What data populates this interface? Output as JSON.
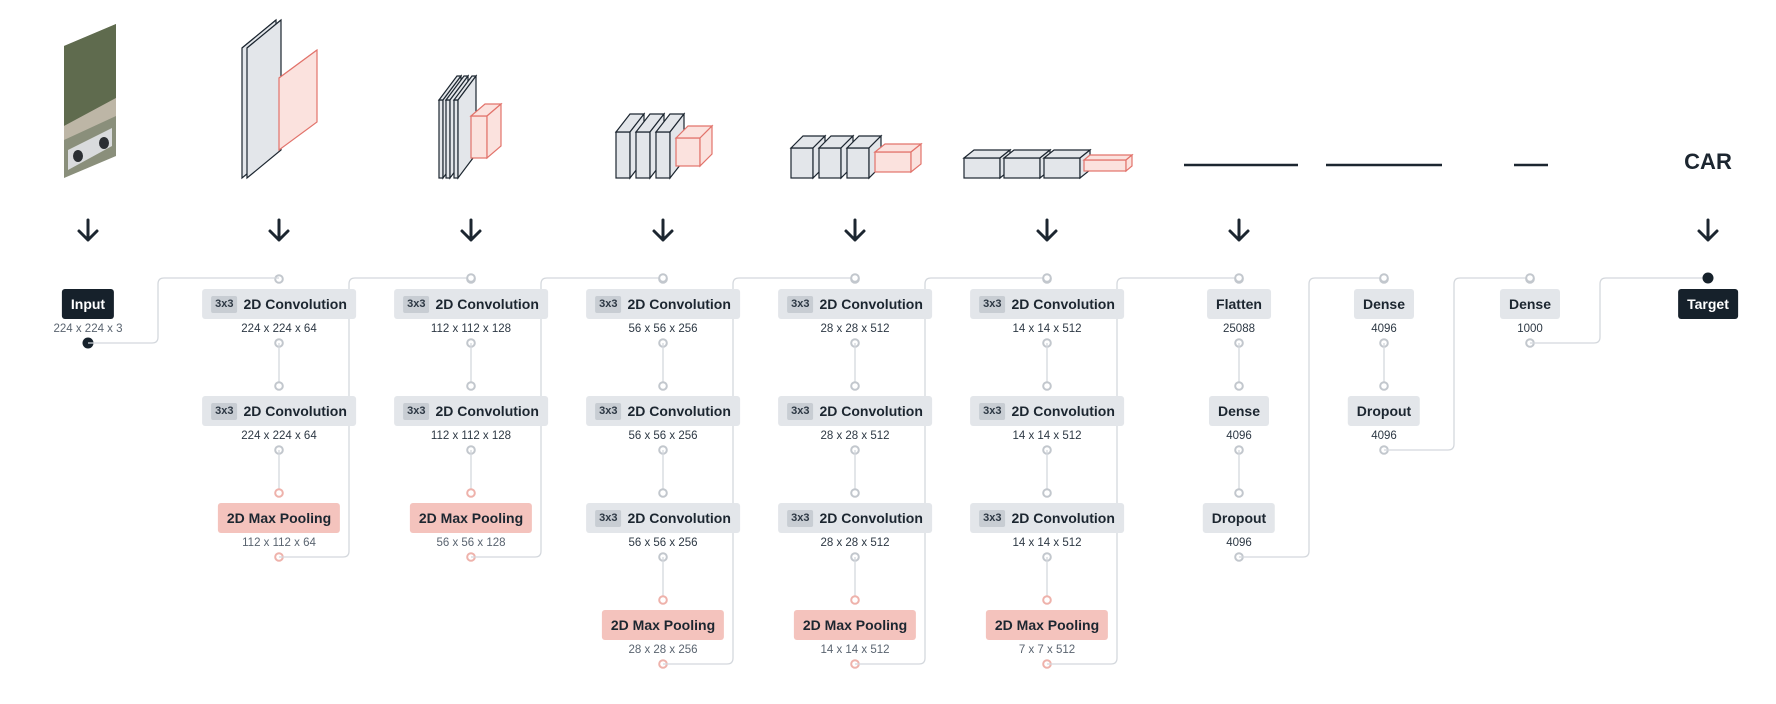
{
  "columns": [
    {
      "id": "input",
      "layers": [
        {
          "kind": "terminal",
          "label": "Input",
          "dims": "224 x 224 x 3"
        }
      ]
    },
    {
      "id": "block1",
      "layers": [
        {
          "kind": "conv",
          "kernel": "3x3",
          "label": "2D Convolution",
          "dims": "224 x 224 x 64"
        },
        {
          "kind": "conv",
          "kernel": "3x3",
          "label": "2D Convolution",
          "dims": "224 x 224 x 64"
        },
        {
          "kind": "pool",
          "label": "2D Max Pooling",
          "dims": "112 x 112 x 64"
        }
      ]
    },
    {
      "id": "block2",
      "layers": [
        {
          "kind": "conv",
          "kernel": "3x3",
          "label": "2D Convolution",
          "dims": "112 x 112 x 128"
        },
        {
          "kind": "conv",
          "kernel": "3x3",
          "label": "2D Convolution",
          "dims": "112 x 112 x 128"
        },
        {
          "kind": "pool",
          "label": "2D Max Pooling",
          "dims": "56 x 56 x 128"
        }
      ]
    },
    {
      "id": "block3",
      "layers": [
        {
          "kind": "conv",
          "kernel": "3x3",
          "label": "2D Convolution",
          "dims": "56 x 56 x 256"
        },
        {
          "kind": "conv",
          "kernel": "3x3",
          "label": "2D Convolution",
          "dims": "56 x 56 x 256"
        },
        {
          "kind": "conv",
          "kernel": "3x3",
          "label": "2D Convolution",
          "dims": "56 x 56 x 256"
        },
        {
          "kind": "pool",
          "label": "2D Max Pooling",
          "dims": "28 x 28 x 256"
        }
      ]
    },
    {
      "id": "block4",
      "layers": [
        {
          "kind": "conv",
          "kernel": "3x3",
          "label": "2D Convolution",
          "dims": "28 x 28 x 512"
        },
        {
          "kind": "conv",
          "kernel": "3x3",
          "label": "2D Convolution",
          "dims": "28 x 28 x 512"
        },
        {
          "kind": "conv",
          "kernel": "3x3",
          "label": "2D Convolution",
          "dims": "28 x 28 x 512"
        },
        {
          "kind": "pool",
          "label": "2D Max Pooling",
          "dims": "14 x 14 x 512"
        }
      ]
    },
    {
      "id": "block5",
      "layers": [
        {
          "kind": "conv",
          "kernel": "3x3",
          "label": "2D Convolution",
          "dims": "14 x 14 x 512"
        },
        {
          "kind": "conv",
          "kernel": "3x3",
          "label": "2D Convolution",
          "dims": "14 x 14 x 512"
        },
        {
          "kind": "conv",
          "kernel": "3x3",
          "label": "2D Convolution",
          "dims": "14 x 14 x 512"
        },
        {
          "kind": "pool",
          "label": "2D Max Pooling",
          "dims": "7 x 7 x 512"
        }
      ]
    },
    {
      "id": "fc1",
      "layers": [
        {
          "kind": "fc",
          "label": "Flatten",
          "dims": "25088"
        },
        {
          "kind": "fc",
          "label": "Dense",
          "dims": "4096"
        },
        {
          "kind": "fc",
          "label": "Dropout",
          "dims": "4096"
        }
      ]
    },
    {
      "id": "fc2",
      "layers": [
        {
          "kind": "fc",
          "label": "Dense",
          "dims": "4096"
        },
        {
          "kind": "fc",
          "label": "Dropout",
          "dims": "4096"
        }
      ]
    },
    {
      "id": "fc3",
      "layers": [
        {
          "kind": "fc",
          "label": "Dense",
          "dims": "1000"
        }
      ]
    },
    {
      "id": "target",
      "layers": [
        {
          "kind": "terminal",
          "label": "Target"
        }
      ]
    }
  ],
  "output_class": "CAR",
  "colors": {
    "ink": "#1c2630",
    "dark_node": "#16212b",
    "node": "#e3e6ea",
    "kernel_tag": "#c8cdd3",
    "pool": "#f4c3bd",
    "pool_port": "#eeb2ab",
    "port": "#c2c7cd",
    "wire": "#d4d8dd",
    "slab": "#e3e6ea",
    "slab_pool": "#fbe2de",
    "slab_pool_edge": "#e2736b"
  },
  "icons": {
    "arrow": "arrow-down-icon",
    "input_image": "input-image-icon"
  }
}
